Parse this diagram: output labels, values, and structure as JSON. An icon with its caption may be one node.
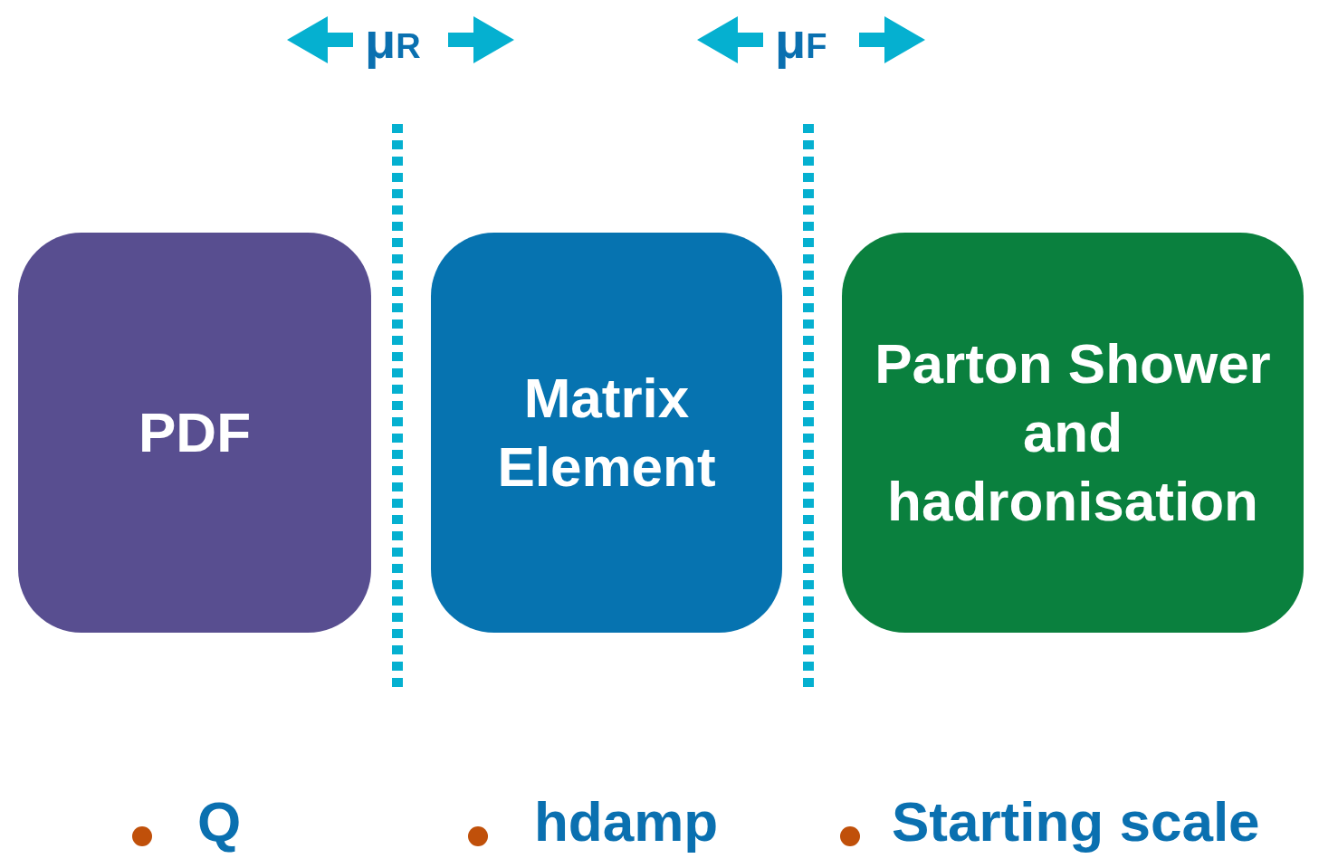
{
  "diagram": {
    "nodes": [
      {
        "text": [
          "PDF"
        ]
      },
      {
        "text": [
          "Matrix Element"
        ]
      },
      {
        "text": [
          "Parton Shower and hadronisation"
        ]
      }
    ],
    "labels": [
      "μ$_{R}$",
      "μ$_{F}$",
      "Q",
      "hdamp",
      "Starting scale"
    ]
  }
}
